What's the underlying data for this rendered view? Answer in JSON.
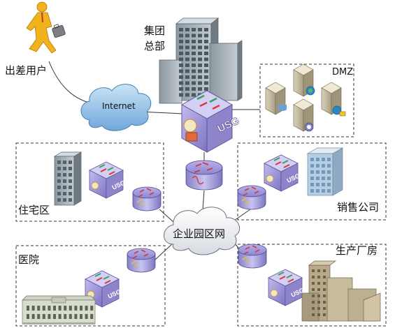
{
  "labels": {
    "traveler": "出差用户",
    "hq": "集团\n总部",
    "dmz": "DMZ",
    "internet": "Internet",
    "residential": "住宅区",
    "sales": "销售公司",
    "campus": "企业园区网",
    "hospital": "医院",
    "factory": "生产厂房",
    "firewall": "USG"
  },
  "colors": {
    "device_purple": "#8f86c6",
    "device_dark": "#5f569a",
    "cloud_blue": "#7fb3df",
    "building_gray": "#9aa6ad",
    "router_purple": "#7f7bc4"
  }
}
